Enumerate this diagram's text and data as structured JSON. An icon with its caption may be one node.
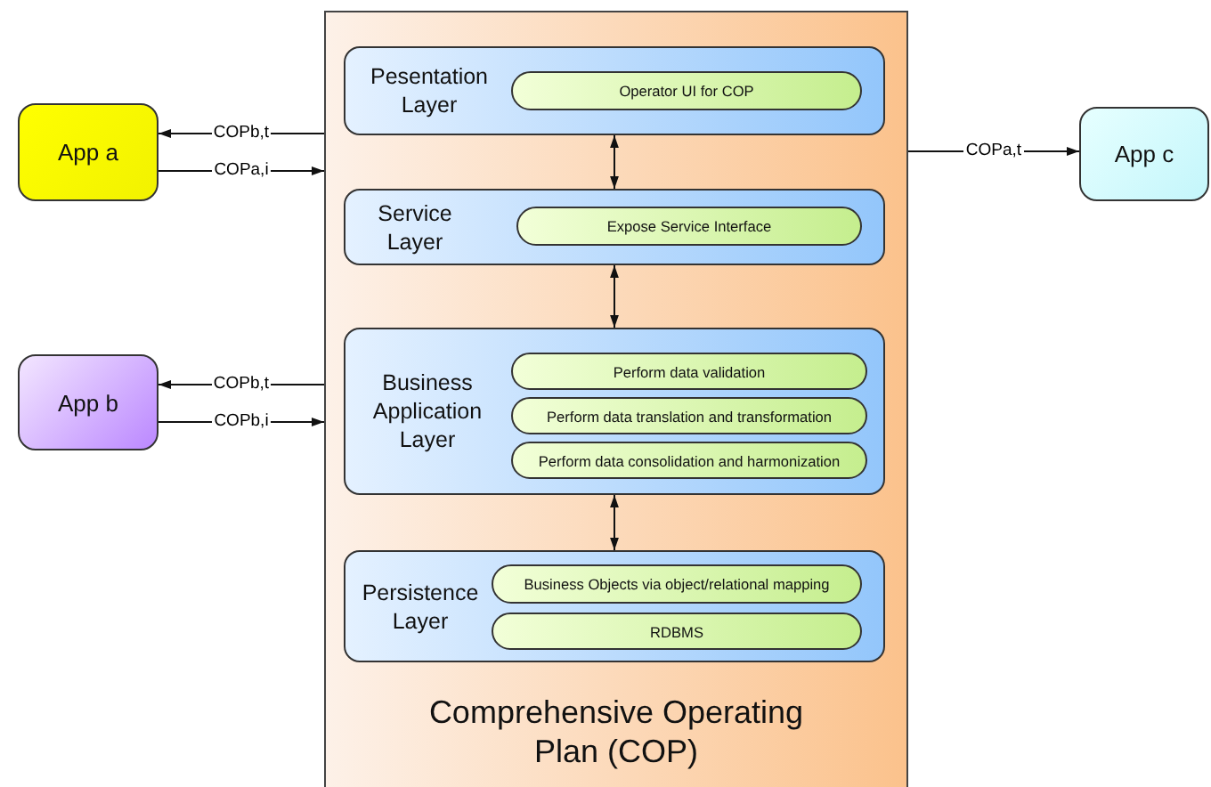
{
  "diagram": {
    "nodes": [
      {
        "text": [
          "App a"
        ]
      },
      {
        "text": [
          "App b"
        ]
      },
      {
        "text": [
          "Comprehensive Operating Plan (COP)"
        ]
      },
      {
        "text": [
          "Pesentation Layer"
        ],
        "in": 2
      },
      {
        "text": [
          "Operator UI for COP"
        ],
        "in": 3
      },
      {
        "text": [
          "Service Layer"
        ],
        "in": 2
      },
      {
        "text": [
          "Expose Service Interface"
        ],
        "in": 5
      },
      {
        "text": [
          "Business Application Layer"
        ],
        "in": 2
      },
      {
        "text": [
          "Perform data validation"
        ],
        "in": 7
      },
      {
        "text": [
          "Perform data translation and transformation"
        ],
        "in": 7
      },
      {
        "text": [
          "Perform data consolidation and harmonization"
        ],
        "in": 7
      },
      {
        "text": [
          "Persistence Layer"
        ],
        "in": 2
      },
      {
        "text": [
          "Business Objects via object/relational mapping"
        ],
        "in": 11
      },
      {
        "text": [
          "RDBMS"
        ],
        "in": 11
      },
      {
        "text": [
          "App c"
        ]
      }
    ],
    "edges": [
      {
        "from": 2,
        "to": 0,
        "arrow": "to",
        "label": "COPb,t"
      },
      {
        "from": 0,
        "to": 2,
        "arrow": "to",
        "label": "COPa,i"
      },
      {
        "from": 2,
        "to": 1,
        "arrow": "to",
        "label": "COPb,t"
      },
      {
        "from": 1,
        "to": 2,
        "arrow": "to",
        "label": "COPb,i"
      },
      {
        "from": 2,
        "to": 14,
        "arrow": "to",
        "label": "COPa,t"
      },
      {
        "from": 3,
        "to": 5,
        "arrow": "both"
      },
      {
        "from": 5,
        "to": 7,
        "arrow": "both"
      },
      {
        "from": 7,
        "to": 11,
        "arrow": "both"
      }
    ]
  }
}
